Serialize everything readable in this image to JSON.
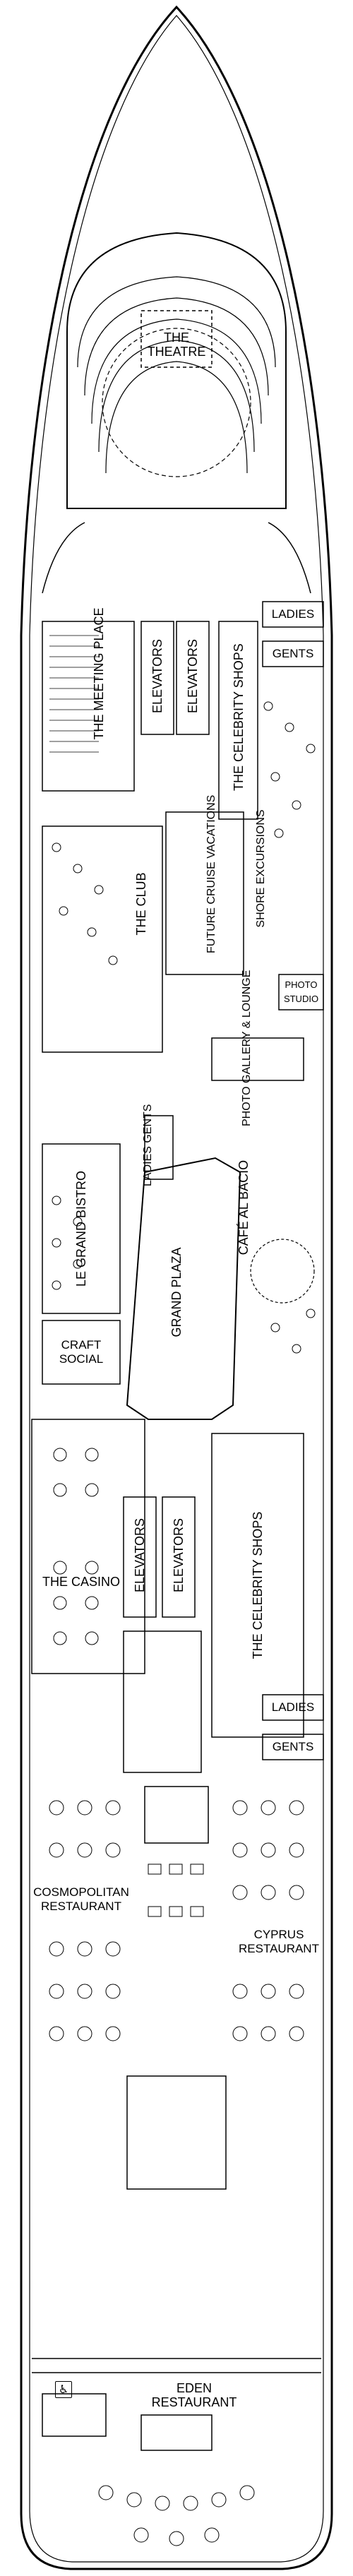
{
  "plan": {
    "labels": {
      "theatre": "THE\nTHEATRE",
      "ladies_upper": "LADIES",
      "gents_upper": "GENTS",
      "meeting_place": "THE MEETING PLACE",
      "elevators_fwd_1": "ELEVATORS",
      "elevators_fwd_2": "ELEVATORS",
      "celebrity_shops_fwd": "THE CELEBRITY SHOPS",
      "the_club": "THE CLUB",
      "future_cruise": "FUTURE CRUISE VACATIONS",
      "shore_excursions": "SHORE EXCURSIONS",
      "photo_studio": "PHOTO STUDIO",
      "photo_gallery": "PHOTO GALLERY & LOUNGE",
      "ladies_gents_mid": "LADIES GENTS",
      "le_grand_bistro": "LE GRAND BISTRO",
      "grand_plaza": "GRAND PLAZA",
      "cafe_al_bacio": "CAFÉ AL BACIO",
      "craft_social": "CRAFT SOCIAL",
      "the_casino": "THE CASINO",
      "elevators_mid_1": "ELEVATORS",
      "elevators_mid_2": "ELEVATORS",
      "celebrity_shops_mid": "THE CELEBRITY SHOPS",
      "ladies_aft": "LADIES",
      "gents_aft": "GENTS",
      "cosmopolitan": "COSMOPOLITAN RESTAURANT",
      "cyprus": "CYPRUS RESTAURANT",
      "eden": "EDEN RESTAURANT"
    },
    "icons": {
      "accessible": "wheelchair-icon"
    },
    "colors": {
      "line": "#000000",
      "background": "#ffffff"
    }
  }
}
